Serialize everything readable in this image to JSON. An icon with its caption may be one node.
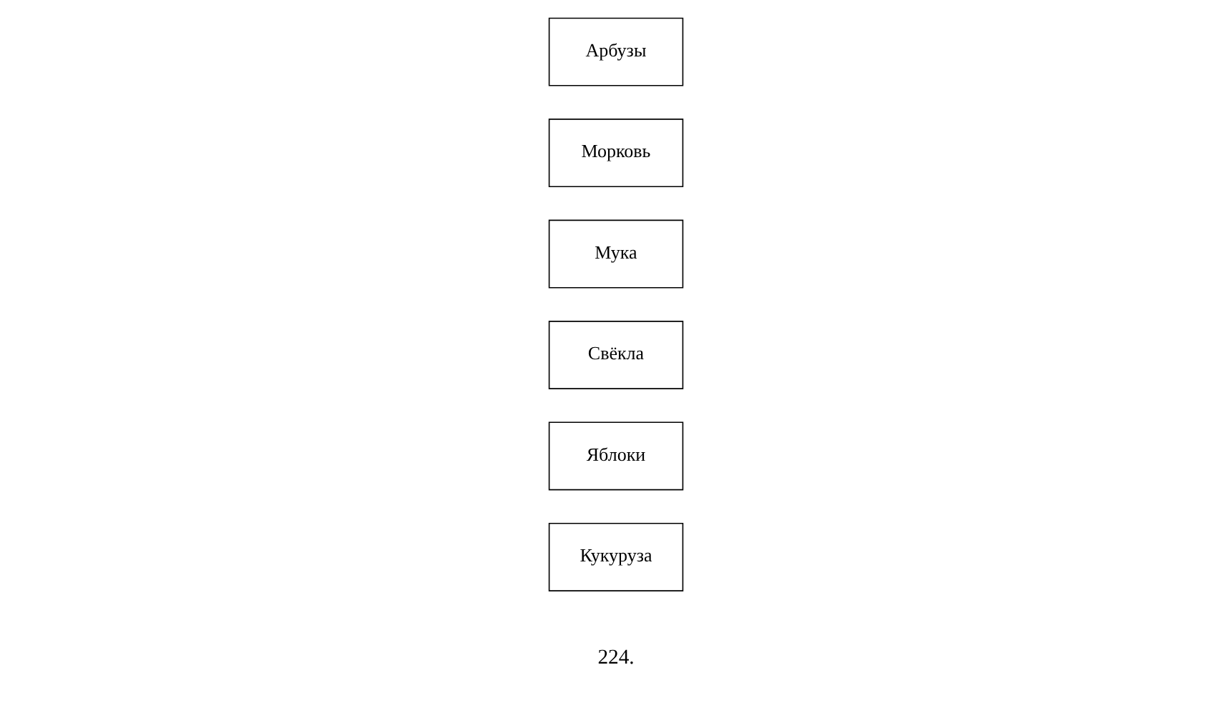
{
  "diagram": {
    "nodes": [
      {
        "text": [
          "Кукуруза"
        ]
      },
      {
        "text": [
          "Яблоки"
        ]
      },
      {
        "text": [
          "Свёкла"
        ]
      },
      {
        "text": [
          "Мука"
        ]
      },
      {
        "text": [
          "Морковь"
        ]
      },
      {
        "text": [
          "Арбузы"
        ]
      }
    ],
    "labels": [
      "224."
    ]
  }
}
